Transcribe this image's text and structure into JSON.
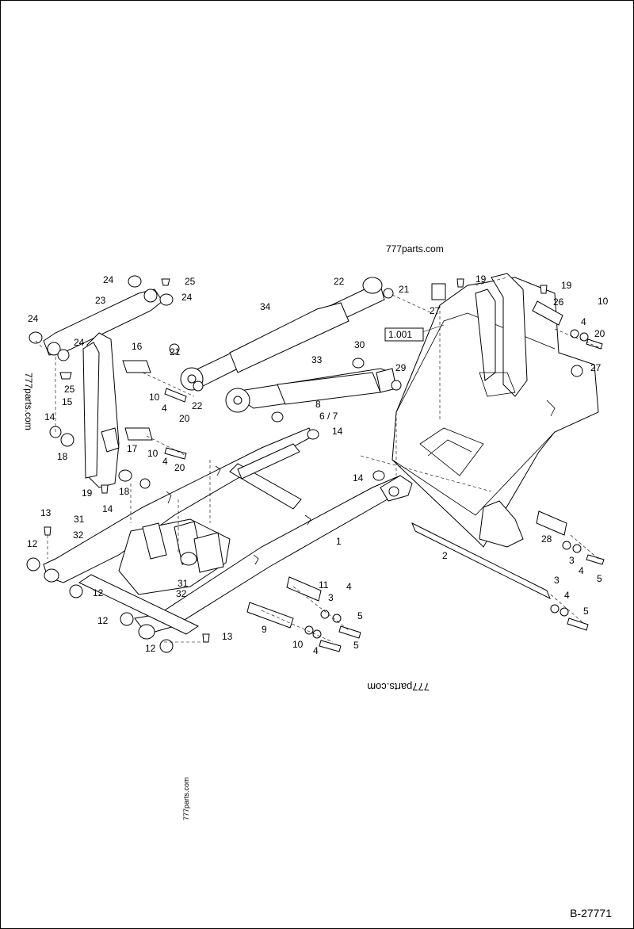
{
  "watermarks": {
    "top": "777parts.com",
    "left": "777parts.com",
    "bottom": "777parts.com",
    "small": "777parts.com"
  },
  "reference_box": "1.001",
  "sheet_id": "B-27771",
  "callouts": [
    {
      "id": "c-24a",
      "text": "24"
    },
    {
      "id": "c-25a",
      "text": "25"
    },
    {
      "id": "c-24b",
      "text": "24"
    },
    {
      "id": "c-23",
      "text": "23"
    },
    {
      "id": "c-24c",
      "text": "24"
    },
    {
      "id": "c-24d",
      "text": "24"
    },
    {
      "id": "c-25b",
      "text": "25"
    },
    {
      "id": "c-16",
      "text": "16"
    },
    {
      "id": "c-15",
      "text": "15"
    },
    {
      "id": "c-21a",
      "text": "21"
    },
    {
      "id": "c-10a",
      "text": "10"
    },
    {
      "id": "c-4a",
      "text": "4"
    },
    {
      "id": "c-20a",
      "text": "20"
    },
    {
      "id": "c-22a",
      "text": "22"
    },
    {
      "id": "c-14a",
      "text": "14"
    },
    {
      "id": "c-18a",
      "text": "18"
    },
    {
      "id": "c-17",
      "text": "17"
    },
    {
      "id": "c-10b",
      "text": "10"
    },
    {
      "id": "c-4b",
      "text": "4"
    },
    {
      "id": "c-20b",
      "text": "20"
    },
    {
      "id": "c-19a",
      "text": "19"
    },
    {
      "id": "c-18b",
      "text": "18"
    },
    {
      "id": "c-14b",
      "text": "14"
    },
    {
      "id": "c-34",
      "text": "34"
    },
    {
      "id": "c-22b",
      "text": "22"
    },
    {
      "id": "c-21b",
      "text": "21"
    },
    {
      "id": "c-30",
      "text": "30"
    },
    {
      "id": "c-33",
      "text": "33"
    },
    {
      "id": "c-29",
      "text": "29"
    },
    {
      "id": "c-8",
      "text": "8"
    },
    {
      "id": "c-67",
      "text": "6 / 7"
    },
    {
      "id": "c-14c",
      "text": "14"
    },
    {
      "id": "c-19b",
      "text": "19"
    },
    {
      "id": "c-27a",
      "text": "27"
    },
    {
      "id": "c-19c",
      "text": "19"
    },
    {
      "id": "c-26",
      "text": "26"
    },
    {
      "id": "c-10c",
      "text": "10"
    },
    {
      "id": "c-4c",
      "text": "4"
    },
    {
      "id": "c-20c",
      "text": "20"
    },
    {
      "id": "c-27b",
      "text": "27"
    },
    {
      "id": "c-14d",
      "text": "14"
    },
    {
      "id": "c-13a",
      "text": "13"
    },
    {
      "id": "c-31a",
      "text": "31"
    },
    {
      "id": "c-32a",
      "text": "32"
    },
    {
      "id": "c-12a",
      "text": "12"
    },
    {
      "id": "c-12b",
      "text": "12"
    },
    {
      "id": "c-1",
      "text": "1"
    },
    {
      "id": "c-28",
      "text": "28"
    },
    {
      "id": "c-2",
      "text": "2"
    },
    {
      "id": "c-3a",
      "text": "3"
    },
    {
      "id": "c-4d",
      "text": "4"
    },
    {
      "id": "c-5a",
      "text": "5"
    },
    {
      "id": "c-31b",
      "text": "31"
    },
    {
      "id": "c-32b",
      "text": "32"
    },
    {
      "id": "c-11",
      "text": "11"
    },
    {
      "id": "c-4e",
      "text": "4"
    },
    {
      "id": "c-3b",
      "text": "3"
    },
    {
      "id": "c-5b",
      "text": "5"
    },
    {
      "id": "c-3c",
      "text": "3"
    },
    {
      "id": "c-4f",
      "text": "4"
    },
    {
      "id": "c-5c",
      "text": "5"
    },
    {
      "id": "c-12c",
      "text": "12"
    },
    {
      "id": "c-9",
      "text": "9"
    },
    {
      "id": "c-13b",
      "text": "13"
    },
    {
      "id": "c-10d",
      "text": "10"
    },
    {
      "id": "c-4g",
      "text": "4"
    },
    {
      "id": "c-5d",
      "text": "5"
    },
    {
      "id": "c-12d",
      "text": "12"
    }
  ]
}
